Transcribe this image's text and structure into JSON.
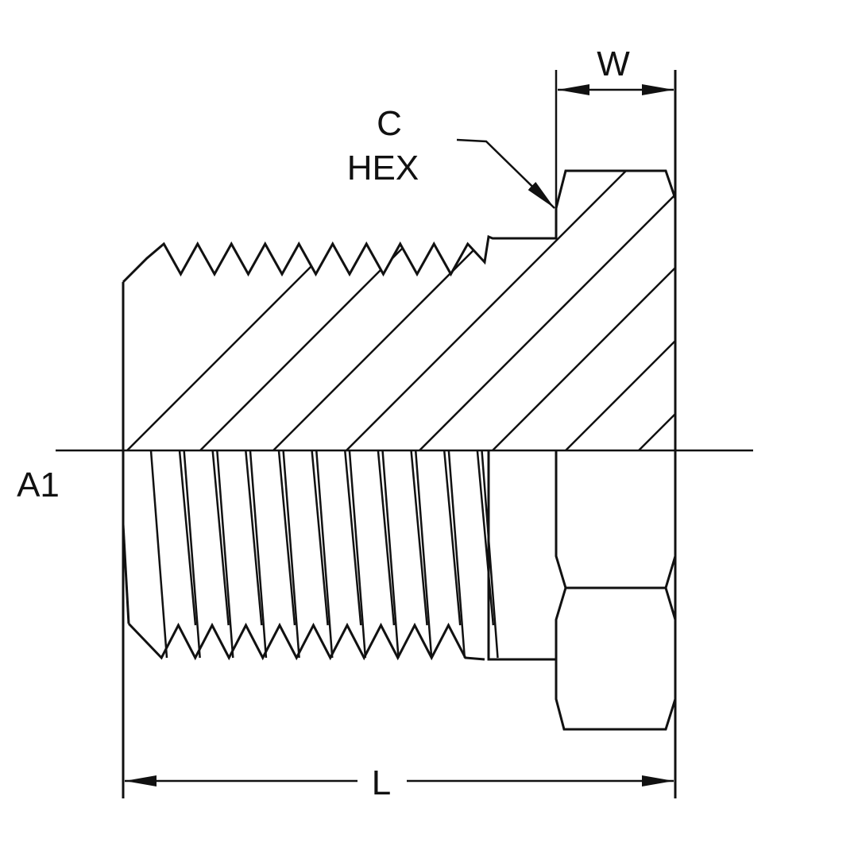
{
  "labels": {
    "width": "W",
    "hex_size": "C",
    "hex": "HEX",
    "thread": "A1",
    "length": "L"
  },
  "colors": {
    "line": "#111111",
    "background": "#ffffff"
  }
}
